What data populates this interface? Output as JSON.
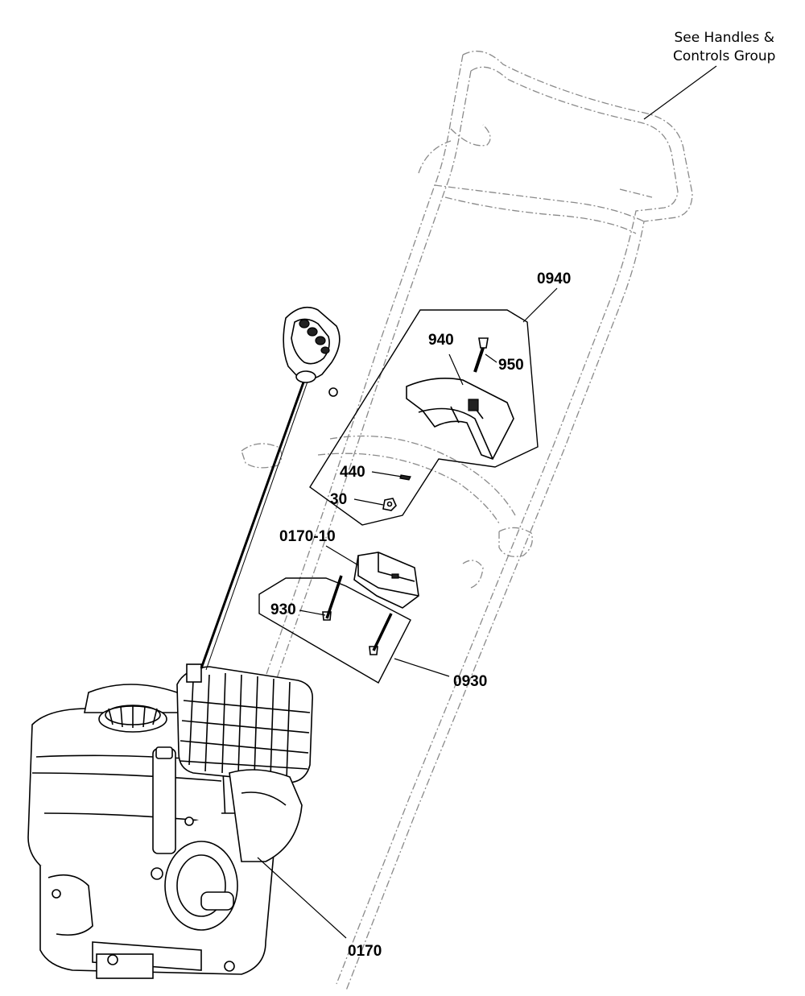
{
  "diagram": {
    "note_lines": [
      "See Handles &",
      "Controls Group"
    ],
    "callouts": {
      "c0940": "0940",
      "c940": "940",
      "c950": "950",
      "c440": "440",
      "c30": "30",
      "c0170_10": "0170-10",
      "c930": "930",
      "c0930": "0930",
      "c0170": "0170"
    }
  }
}
